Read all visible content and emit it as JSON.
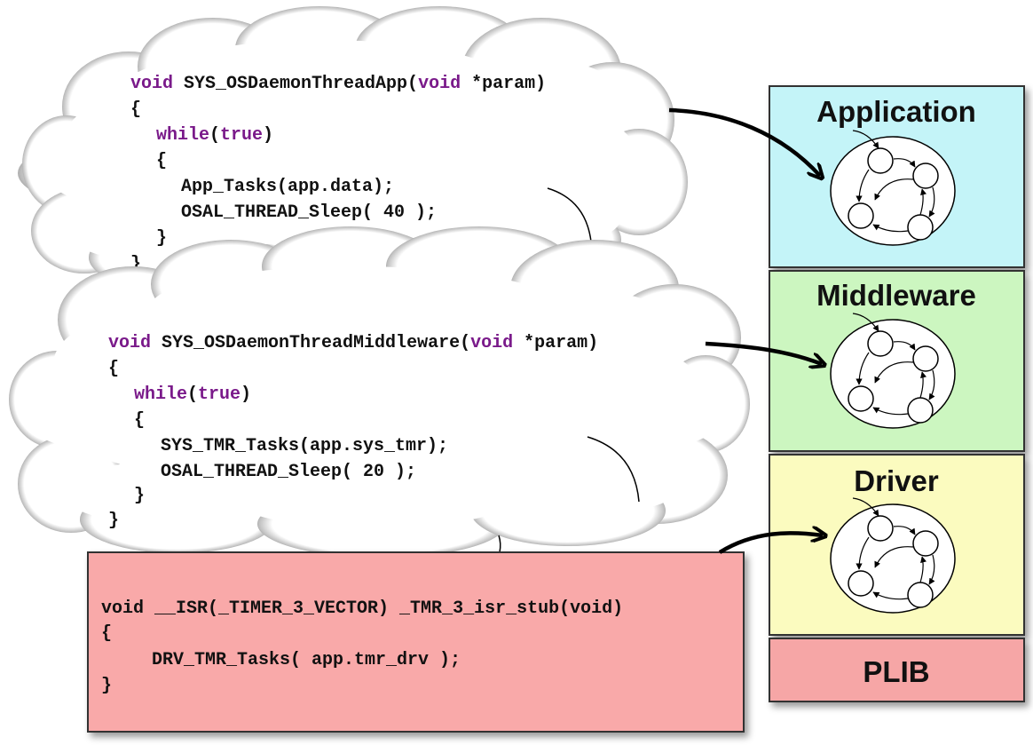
{
  "colors": {
    "keyword": "#7a1a8a",
    "application_fill": "#c4f4f8",
    "middleware_fill": "#ccf6c0",
    "driver_fill": "#fbfbbf",
    "plib_fill": "#f6a6a6",
    "isr_box_fill": "#f9a9a9"
  },
  "clouds": {
    "app": {
      "signature": {
        "kw1": "void",
        "name": " SYS_OSDaemonThreadApp(",
        "kw2": "void",
        "rest": " *param)"
      },
      "open_brace": "{",
      "while": {
        "kw": "while",
        "open": "(",
        "cond": "true",
        "close": ")"
      },
      "inner_open": "{",
      "line1": "App_Tasks(app.data);",
      "line2": "OSAL_THREAD_Sleep( 40 );",
      "inner_close": "}",
      "close_brace": "}"
    },
    "middleware": {
      "signature": {
        "kw1": "void",
        "name": " SYS_OSDaemonThreadMiddleware(",
        "kw2": "void",
        "rest": " *param)"
      },
      "open_brace": "{",
      "while": {
        "kw": "while",
        "open": "(",
        "cond": "true",
        "close": ")"
      },
      "inner_open": "{",
      "line1": "SYS_TMR_Tasks(app.sys_tmr);",
      "line2": "OSAL_THREAD_Sleep( 20 );",
      "inner_close": "}",
      "close_brace": "}"
    }
  },
  "isr_box": {
    "line1": "void __ISR(_TIMER_3_VECTOR) _TMR_3_isr_stub(void)",
    "line2": "{",
    "line3": "DRV_TMR_Tasks( app.tmr_drv );",
    "line4": "}"
  },
  "layers": {
    "application": "Application",
    "middleware": "Middleware",
    "driver": "Driver",
    "plib": "PLIB"
  }
}
